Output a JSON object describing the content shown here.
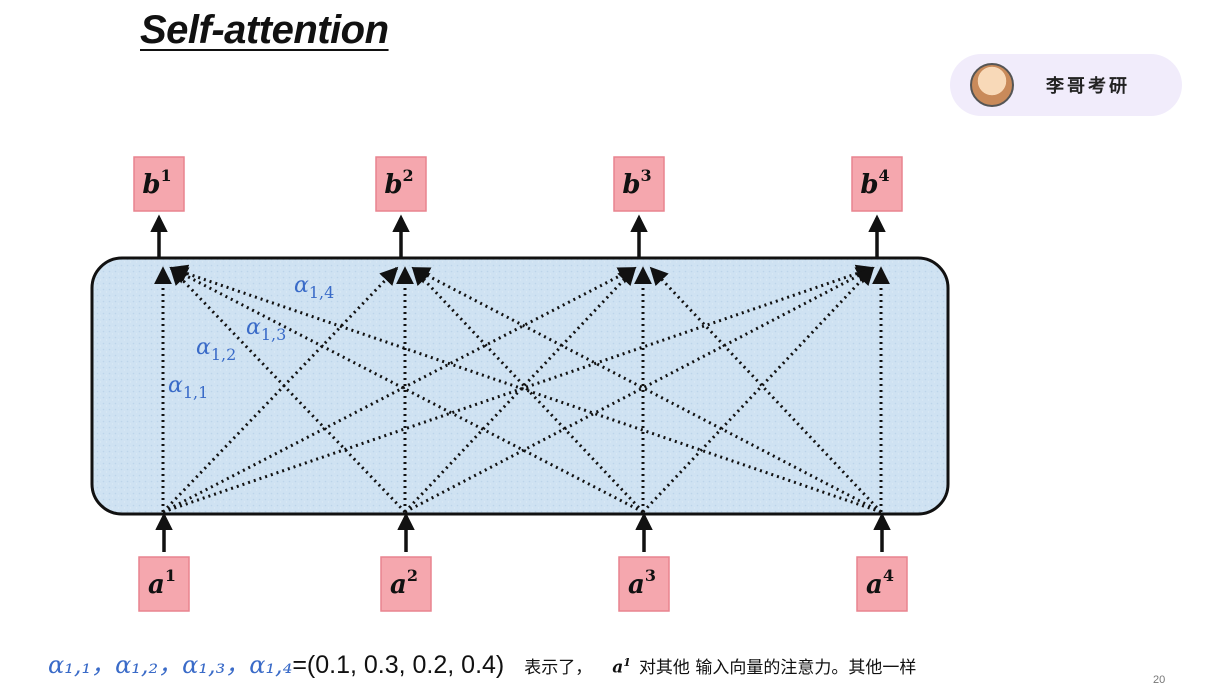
{
  "title": "Self-attention",
  "watermark": {
    "text": "李哥考研",
    "icon": "cat-avatar-icon"
  },
  "outputs": [
    "b",
    "b",
    "b",
    "b"
  ],
  "output_superscripts": [
    "1",
    "2",
    "3",
    "4"
  ],
  "inputs": [
    "a",
    "a",
    "a",
    "a"
  ],
  "input_superscripts": [
    "1",
    "2",
    "3",
    "4"
  ],
  "alpha_labels": [
    {
      "base": "α",
      "sub": "1,1"
    },
    {
      "base": "α",
      "sub": "1,2"
    },
    {
      "base": "α",
      "sub": "1,3"
    },
    {
      "base": "α",
      "sub": "1,4"
    }
  ],
  "caption": {
    "alpha_terms": "α₁,₁，α₁,₂，α₁,₃，α₁,₄",
    "values": "=(0.1, 0.3, 0.2, 0.4)",
    "text_1": "表示了，",
    "var_base": "a",
    "var_sup": "1",
    "text_2": "对其他 输入向量的注意力。其他一样"
  },
  "page_number": "20",
  "colors": {
    "box_fill": "#f5a7ae",
    "box_border": "#e8848f",
    "panel_fill": "#cfe2f2",
    "alpha_blue": "#3a6bc8"
  }
}
